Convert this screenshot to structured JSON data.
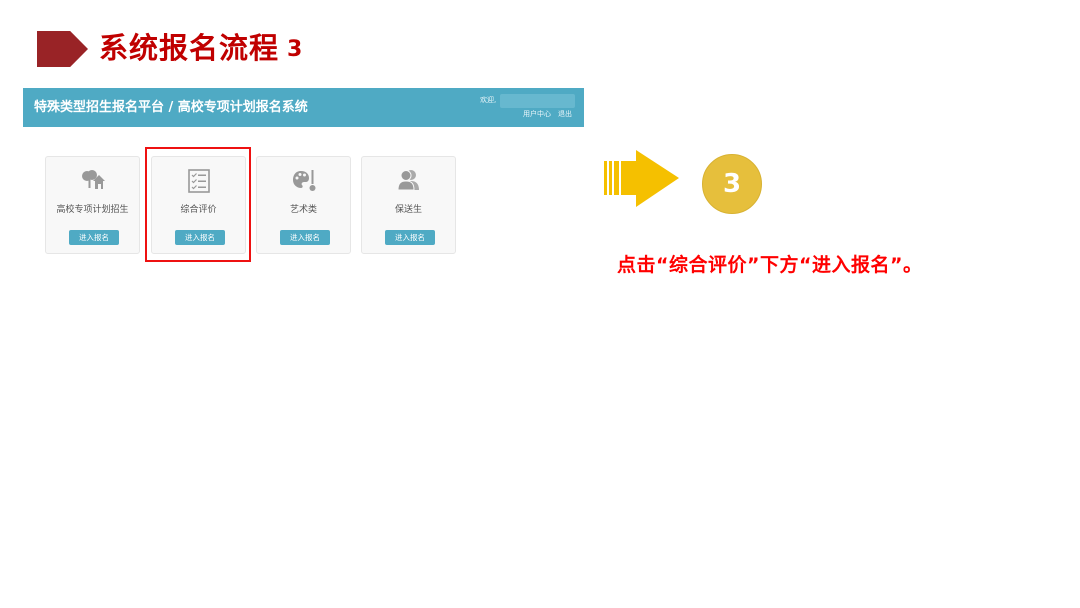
{
  "slide": {
    "title": "系统报名流程",
    "step_number": "3"
  },
  "app": {
    "header_title": "特殊类型招生报名平台 / 高校专项计划报名系统",
    "welcome_label": "欢迎,",
    "username": "",
    "links": [
      "用户中心",
      "退出"
    ],
    "header_color": "#4faac4"
  },
  "cards": [
    {
      "label": "高校专项计划招生",
      "icon": "tree-house-icon",
      "button": "进入报名"
    },
    {
      "label": "综合评价",
      "icon": "checklist-icon",
      "button": "进入报名",
      "highlighted": true
    },
    {
      "label": "艺术类",
      "icon": "palette-brush-icon",
      "button": "进入报名"
    },
    {
      "label": "保送生",
      "icon": "users-icon",
      "button": "进入报名"
    }
  ],
  "annotation": {
    "step_badge": "3",
    "instruction": "点击“综合评价”下方“进入报名”。",
    "arrow_color": "#f5c000",
    "badge_color": "#e6bf3c",
    "highlight_color": "#ee1111"
  }
}
